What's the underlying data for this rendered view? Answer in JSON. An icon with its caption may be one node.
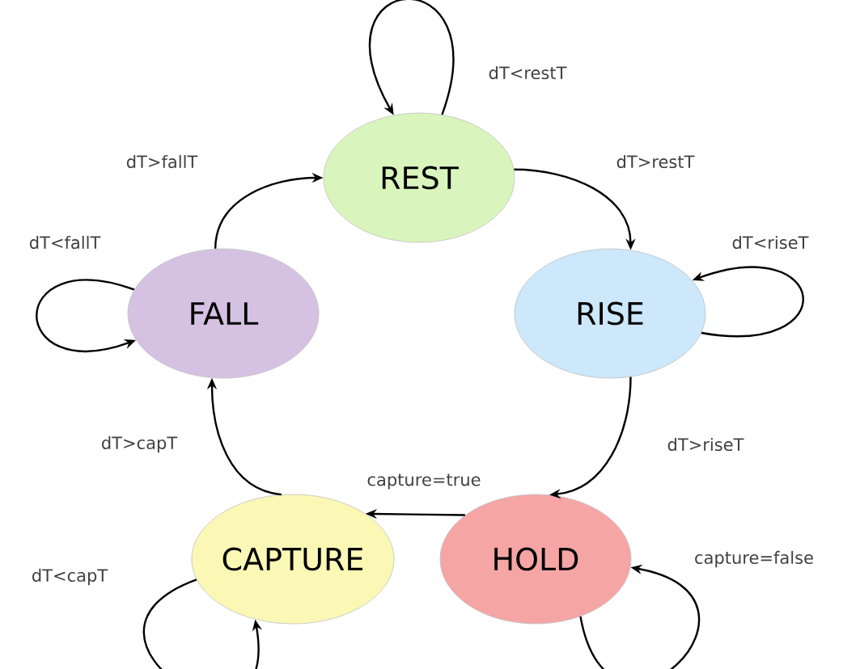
{
  "diagram": {
    "nodes": [
      {
        "text": [
          "REST"
        ]
      },
      {
        "text": [
          "RISE"
        ]
      },
      {
        "text": [
          "HOLD"
        ]
      },
      {
        "text": [
          "CAPTURE"
        ]
      },
      {
        "text": [
          "FALL"
        ]
      }
    ],
    "edges": [
      {
        "from": 0,
        "to": 0,
        "label": "dT<restT",
        "arrow": "to"
      },
      {
        "from": 0,
        "to": 1,
        "label": "dT>restT",
        "arrow": "to"
      },
      {
        "from": 1,
        "to": 1,
        "label": "dT<riseT",
        "arrow": "to"
      },
      {
        "from": 1,
        "to": 2,
        "label": "dT>riseT",
        "arrow": "to"
      },
      {
        "from": 2,
        "to": 2,
        "label": "capture=false",
        "arrow": "to"
      },
      {
        "from": 2,
        "to": 3,
        "label": "capture=true",
        "arrow": "to"
      },
      {
        "from": 3,
        "to": 3,
        "label": "dT<capT",
        "arrow": "to"
      },
      {
        "from": 3,
        "to": 4,
        "label": "dT>capT",
        "arrow": "to"
      },
      {
        "from": 4,
        "to": 4,
        "label": "dT<fallT",
        "arrow": "to"
      },
      {
        "from": 4,
        "to": 0,
        "label": "dT>fallT",
        "arrow": "to"
      }
    ]
  }
}
